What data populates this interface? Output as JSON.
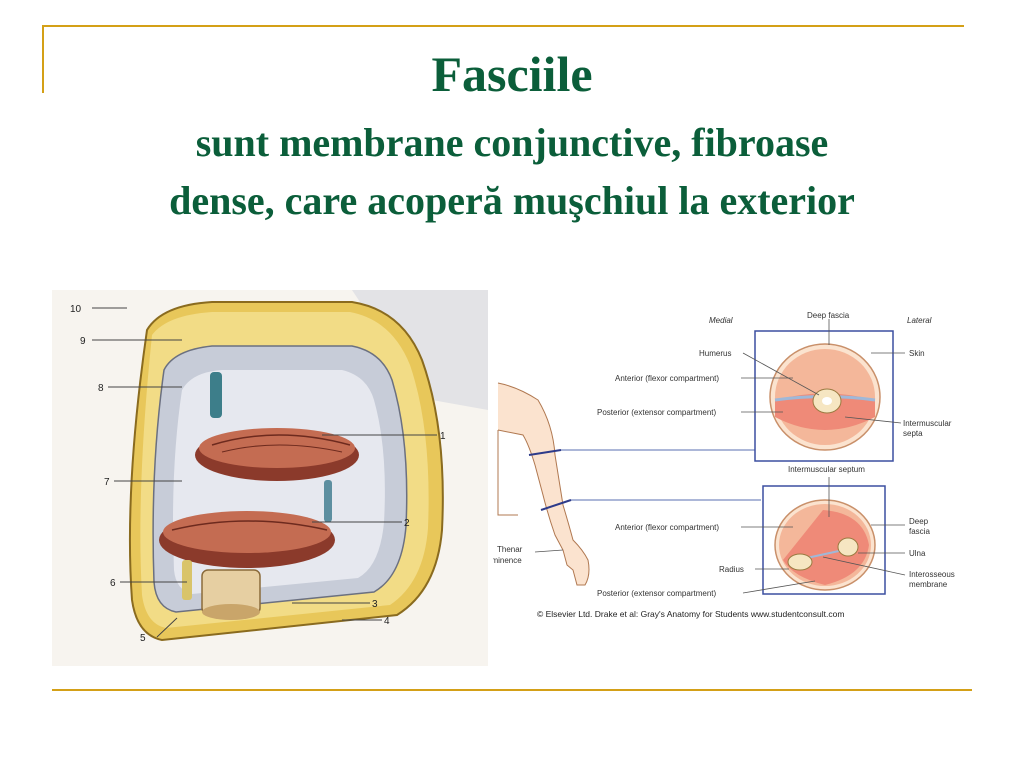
{
  "slide": {
    "title": "Fasciile",
    "subtitle_line1": "sunt membrane conjunctive, fibroase",
    "subtitle_line2": "dense, care acoperă muşchiul la exterior"
  },
  "left_figure": {
    "numbers": [
      "10",
      "9",
      "8",
      "7",
      "6",
      "5",
      "4",
      "3",
      "2",
      "1"
    ]
  },
  "right_figure": {
    "medial": "Medial",
    "lateral": "Lateral",
    "deep_fascia": "Deep fascia",
    "skin": "Skin",
    "humerus": "Humerus",
    "anterior_flexor_upper": "Anterior (flexor compartment)",
    "posterior_extensor_upper": "Posterior (extensor compartment)",
    "intermuscular": "Intermuscular",
    "septa": "septa",
    "intermuscular_septum": "Intermuscular septum",
    "anterior_flexor_lower": "Anterior (flexor compartment)",
    "deep_fascia_2a": "Deep",
    "deep_fascia_2b": "fascia",
    "thenar": "Thenar",
    "eminence": "eminence",
    "ulna": "Ulna",
    "radius": "Radius",
    "interosseous": "Interosseous",
    "membrane": "membrane",
    "posterior_extensor_lower": "Posterior (extensor compartment)",
    "credit": "© Elsevier Ltd. Drake et al: Gray's Anatomy for Students www.studentconsult.com"
  },
  "colors": {
    "title_green": "#0b5e3a",
    "rule_gold": "#d4a017"
  }
}
